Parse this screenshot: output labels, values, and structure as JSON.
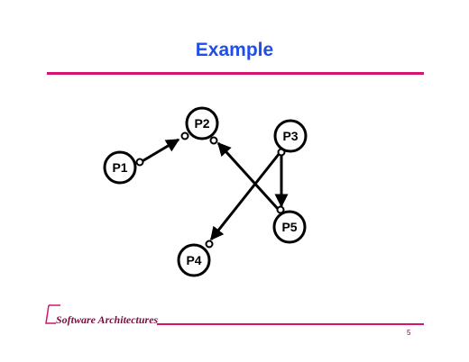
{
  "slide": {
    "title": "Example",
    "footer_text": "Software Architectures",
    "page_number": "5"
  },
  "colors": {
    "title": "#1f4fe6",
    "rule": "#d4146e",
    "footer": "#7a0f3e"
  },
  "diagram": {
    "nodes": [
      {
        "id": "P1",
        "label": "P1"
      },
      {
        "id": "P2",
        "label": "P2"
      },
      {
        "id": "P3",
        "label": "P3"
      },
      {
        "id": "P4",
        "label": "P4"
      },
      {
        "id": "P5",
        "label": "P5"
      }
    ],
    "edges": [
      {
        "from": "P1",
        "to": "P2"
      },
      {
        "from": "P5",
        "to": "P2"
      },
      {
        "from": "P3",
        "to": "P5"
      },
      {
        "from": "P3",
        "to": "P4"
      }
    ]
  }
}
